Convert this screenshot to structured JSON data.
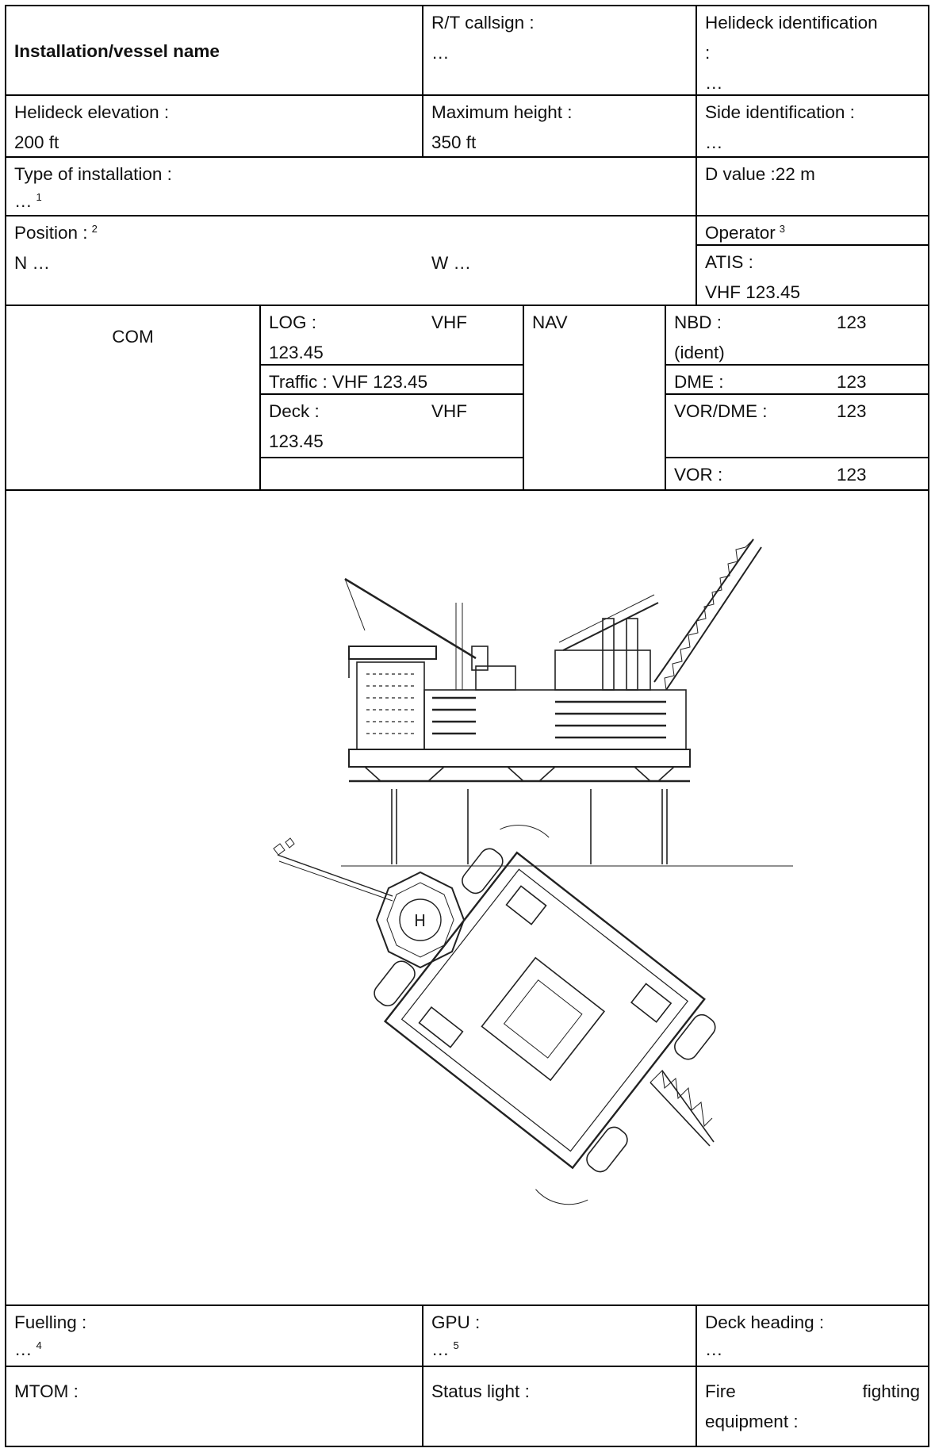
{
  "header": {
    "installation_name_label": "Installation/vessel name",
    "rt_callsign_label": "R/T callsign :",
    "rt_callsign_value": "…",
    "helideck_id_label_1": "Helideck identification",
    "helideck_id_label_2": ":",
    "helideck_id_value": "…"
  },
  "elevation": {
    "helideck_elevation_label": "Helideck elevation :",
    "helideck_elevation_value": "200 ft",
    "max_height_label": "Maximum height :",
    "max_height_value": "350 ft",
    "side_id_label": "Side identification :",
    "side_id_value": "…"
  },
  "installation_type": {
    "label": "Type of installation :",
    "value": "…",
    "footnote": "1",
    "d_value": "D value :22 m"
  },
  "position": {
    "label": "Position :",
    "footnote": "2",
    "north": "N …",
    "west": "W …",
    "operator_label": "Operator",
    "operator_footnote": "3",
    "atis_label": "ATIS :",
    "atis_value": "VHF 123.45"
  },
  "com": {
    "label": "COM",
    "log_label": "LOG :",
    "log_band": "VHF",
    "log_freq": "123.45",
    "traffic": "Traffic : VHF 123.45",
    "deck_label": "Deck :",
    "deck_band": "VHF",
    "deck_freq": "123.45"
  },
  "nav": {
    "label": "NAV",
    "ndb_label": "NBD :",
    "ndb_value": "123",
    "ndb_ident": "(ident)",
    "dme_label": "DME :",
    "dme_value": "123",
    "vordme_label": "VOR/DME :",
    "vordme_value": "123",
    "vor_label": "VOR :",
    "vor_value": "123"
  },
  "footer": {
    "fuelling_label": "Fuelling :",
    "fuelling_value": "…",
    "fuelling_footnote": "4",
    "gpu_label": "GPU :",
    "gpu_value": "…",
    "gpu_footnote": "5",
    "deck_heading_label": "Deck heading :",
    "deck_heading_value": "…",
    "mtom_label": "MTOM :",
    "status_light_label": "Status light :",
    "fire_label_1": "Fire fighting",
    "fire_label_2": "equipment :"
  }
}
